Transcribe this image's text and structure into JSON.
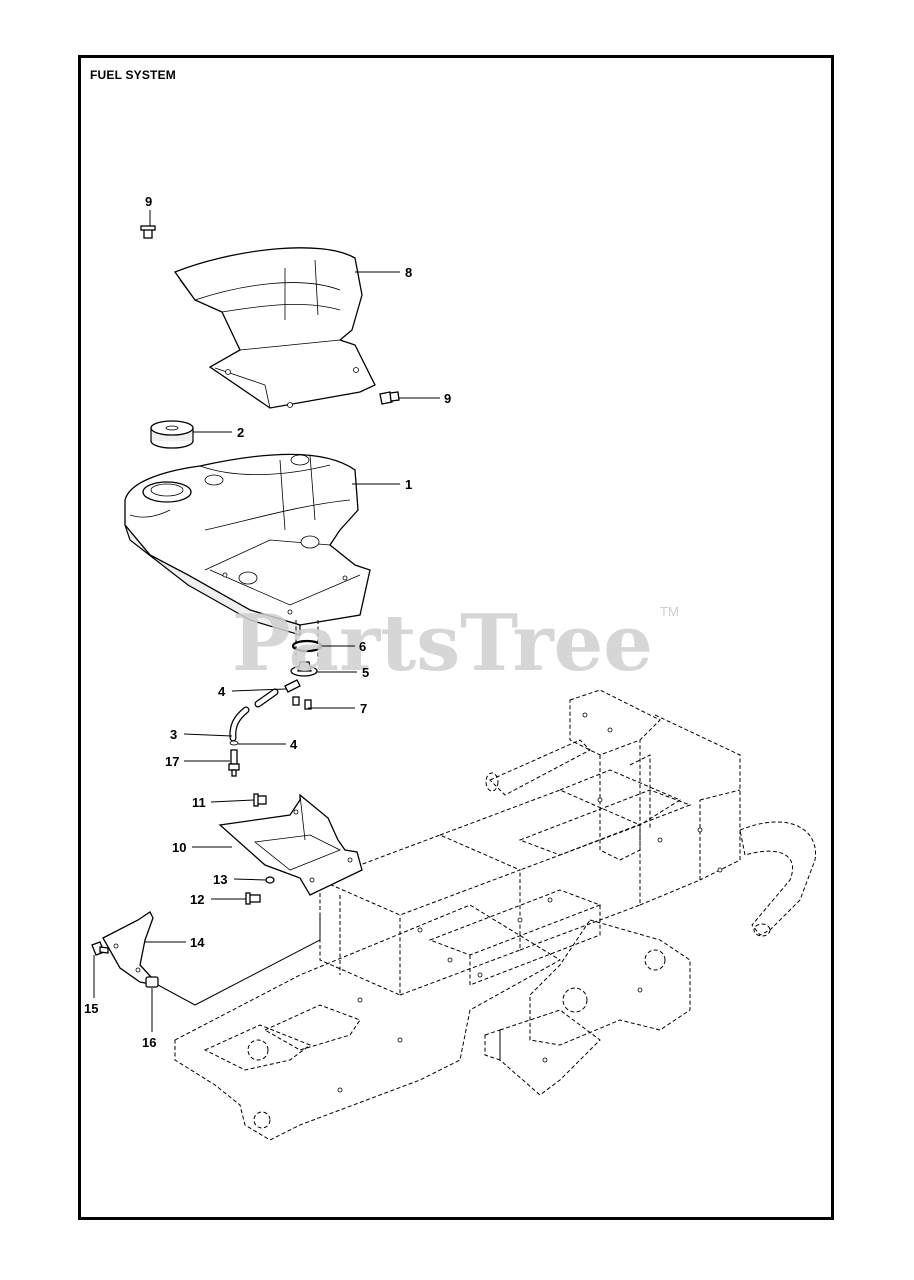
{
  "title": "FUEL SYSTEM",
  "watermark": {
    "text": "PartsTree",
    "trademark": "TM"
  },
  "callouts": [
    {
      "id": "c9a",
      "number": "9"
    },
    {
      "id": "c8",
      "number": "8"
    },
    {
      "id": "c9b",
      "number": "9"
    },
    {
      "id": "c2",
      "number": "2"
    },
    {
      "id": "c1",
      "number": "1"
    },
    {
      "id": "c6",
      "number": "6"
    },
    {
      "id": "c5",
      "number": "5"
    },
    {
      "id": "c4a",
      "number": "4"
    },
    {
      "id": "c7",
      "number": "7"
    },
    {
      "id": "c3",
      "number": "3"
    },
    {
      "id": "c4b",
      "number": "4"
    },
    {
      "id": "c17",
      "number": "17"
    },
    {
      "id": "c11",
      "number": "11"
    },
    {
      "id": "c10",
      "number": "10"
    },
    {
      "id": "c13",
      "number": "13"
    },
    {
      "id": "c12",
      "number": "12"
    },
    {
      "id": "c14",
      "number": "14"
    },
    {
      "id": "c15",
      "number": "15"
    },
    {
      "id": "c16",
      "number": "16"
    }
  ],
  "colors": {
    "line": "#000000",
    "background": "#ffffff",
    "watermark": "#cfcfcf"
  }
}
